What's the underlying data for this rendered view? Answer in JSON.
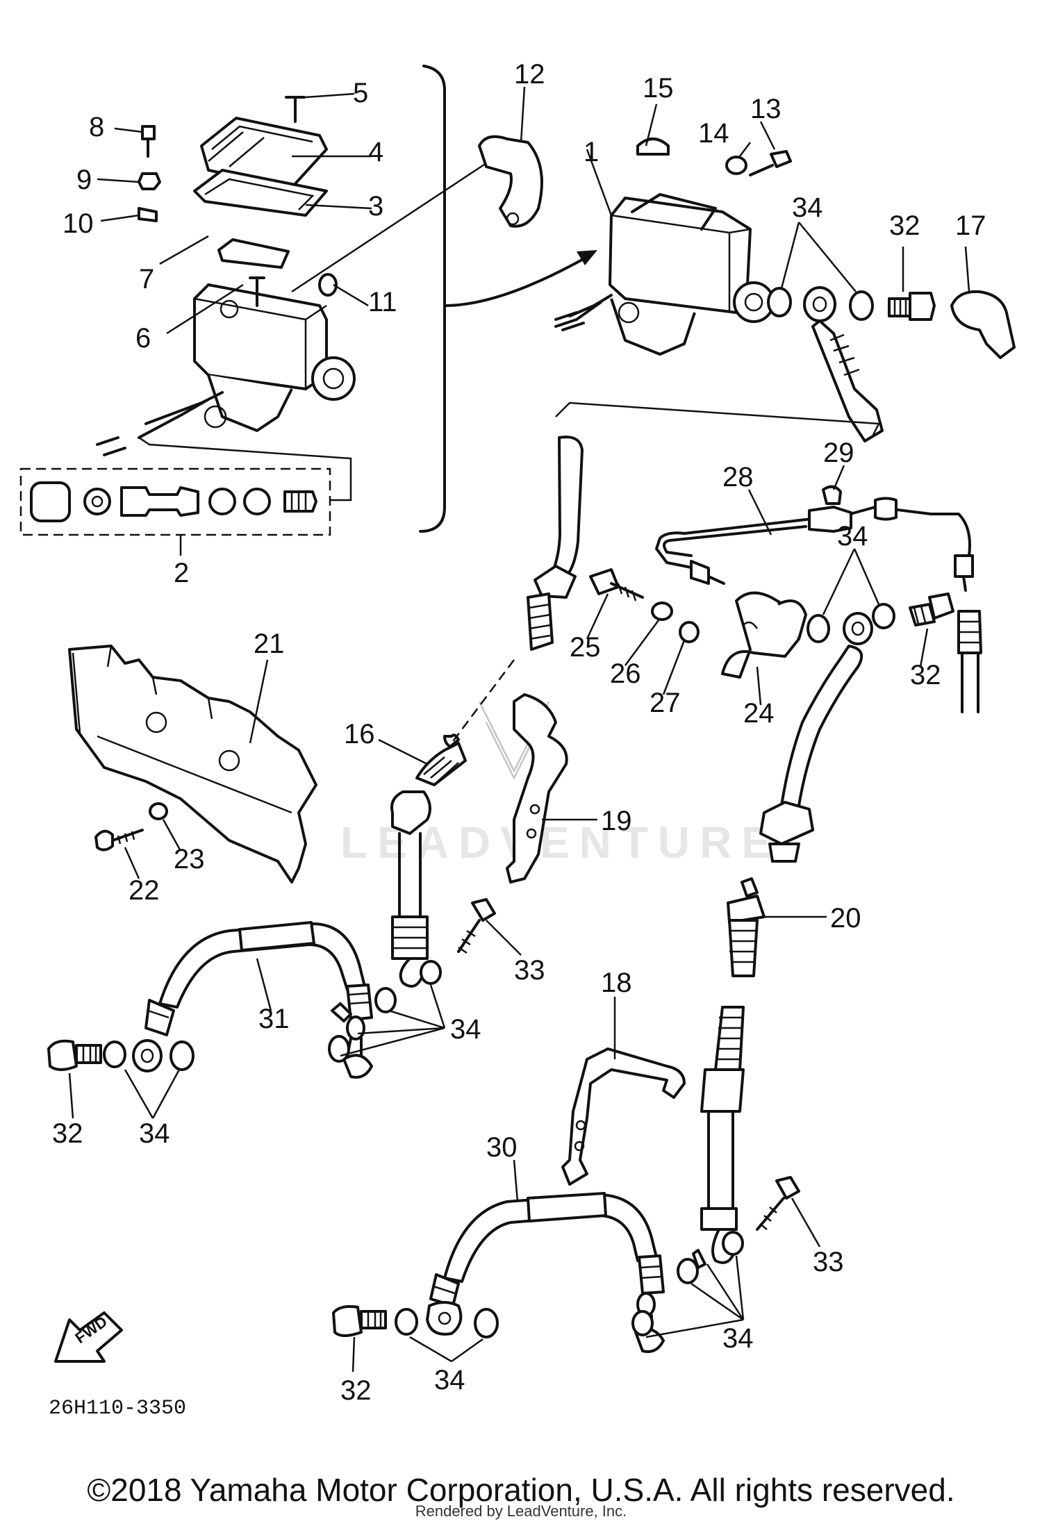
{
  "diagram": {
    "part_numbers": [
      "1",
      "2",
      "3",
      "4",
      "5",
      "6",
      "7",
      "8",
      "9",
      "10",
      "11",
      "12",
      "13",
      "14",
      "15",
      "16",
      "17",
      "18",
      "19",
      "20",
      "21",
      "22",
      "23",
      "24",
      "25",
      "26",
      "27",
      "28",
      "29",
      "30",
      "31",
      "32",
      "33",
      "34"
    ],
    "callouts": {
      "c1": "1",
      "c2": "2",
      "c3": "3",
      "c4": "4",
      "c5": "5",
      "c6": "6",
      "c7": "7",
      "c8": "8",
      "c9": "9",
      "c10": "10",
      "c11": "11",
      "c12": "12",
      "c13": "13",
      "c14": "14",
      "c15": "15",
      "c16": "16",
      "c17": "17",
      "c18": "18",
      "c19": "19",
      "c20": "20",
      "c21": "21",
      "c22": "22",
      "c23": "23",
      "c24": "24",
      "c25": "25",
      "c26": "26",
      "c27": "27",
      "c28": "28",
      "c29": "29",
      "c30": "30",
      "c31": "31",
      "c32a": "32",
      "c32b": "32",
      "c32c": "32",
      "c32d": "32",
      "c33a": "33",
      "c33b": "33",
      "c34a": "34",
      "c34b": "34",
      "c34c": "34",
      "c34d": "34",
      "c34e": "34",
      "c34f": "34"
    },
    "fwd_label": "FWD",
    "diagram_code": "26H110-3350",
    "watermark": "LEADVENTURE"
  },
  "footer": {
    "copyright": "©2018 Yamaha Motor Corporation, U.S.A. All rights reserved.",
    "rendered_by": "Rendered by LeadVenture, Inc."
  }
}
